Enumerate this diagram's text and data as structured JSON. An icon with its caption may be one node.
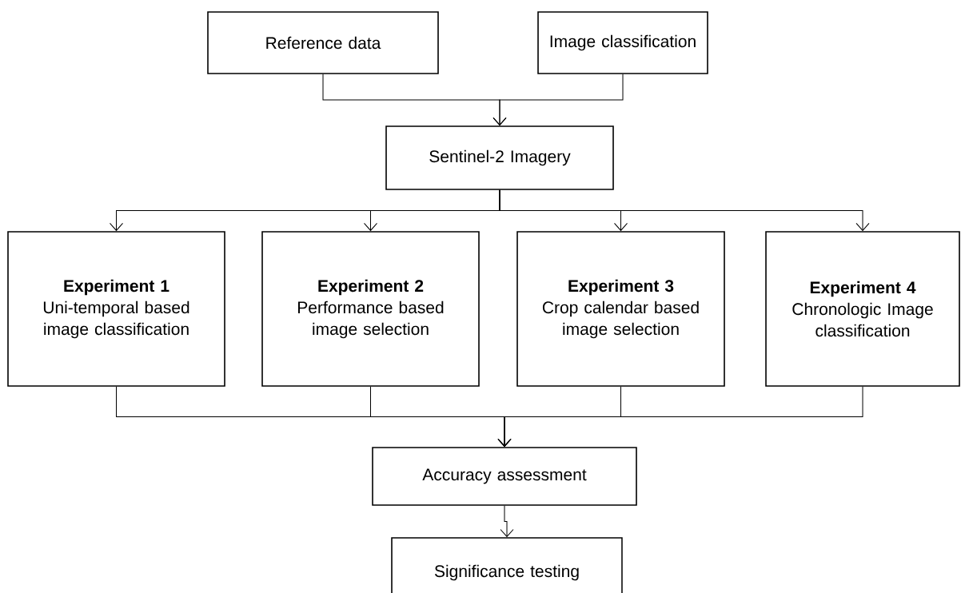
{
  "diagram": {
    "nodes": [
      {
        "text": [
          "Reference data"
        ]
      },
      {
        "text": [
          "Image classification"
        ]
      },
      {
        "text": [
          "Sentinel-2 Imagery"
        ]
      },
      {
        "text": [
          "Experiment 1",
          "Uni-temporal based image classification"
        ]
      },
      {
        "text": [
          "Experiment 2",
          "Performance based image selection"
        ]
      },
      {
        "text": [
          "Experiment 3",
          "Crop calendar based image selection"
        ]
      },
      {
        "text": [
          "Experiment 4",
          "Chronologic Image classification"
        ]
      },
      {
        "text": [
          "Accuracy assessment"
        ]
      },
      {
        "text": [
          "Significance testing"
        ]
      }
    ],
    "edges": [
      {
        "from": 0,
        "to": 2,
        "arrow": "to"
      },
      {
        "from": 1,
        "to": 2,
        "arrow": "to"
      },
      {
        "from": 2,
        "to": 3,
        "arrow": "to"
      },
      {
        "from": 2,
        "to": 4,
        "arrow": "to"
      },
      {
        "from": 2,
        "to": 5,
        "arrow": "to"
      },
      {
        "from": 2,
        "to": 6,
        "arrow": "to"
      },
      {
        "from": 3,
        "to": 7,
        "arrow": "to"
      },
      {
        "from": 4,
        "to": 7,
        "arrow": "to"
      },
      {
        "from": 5,
        "to": 7,
        "arrow": "to"
      },
      {
        "from": 6,
        "to": 7,
        "arrow": "to"
      },
      {
        "from": 7,
        "to": 8,
        "arrow": "to"
      }
    ]
  }
}
